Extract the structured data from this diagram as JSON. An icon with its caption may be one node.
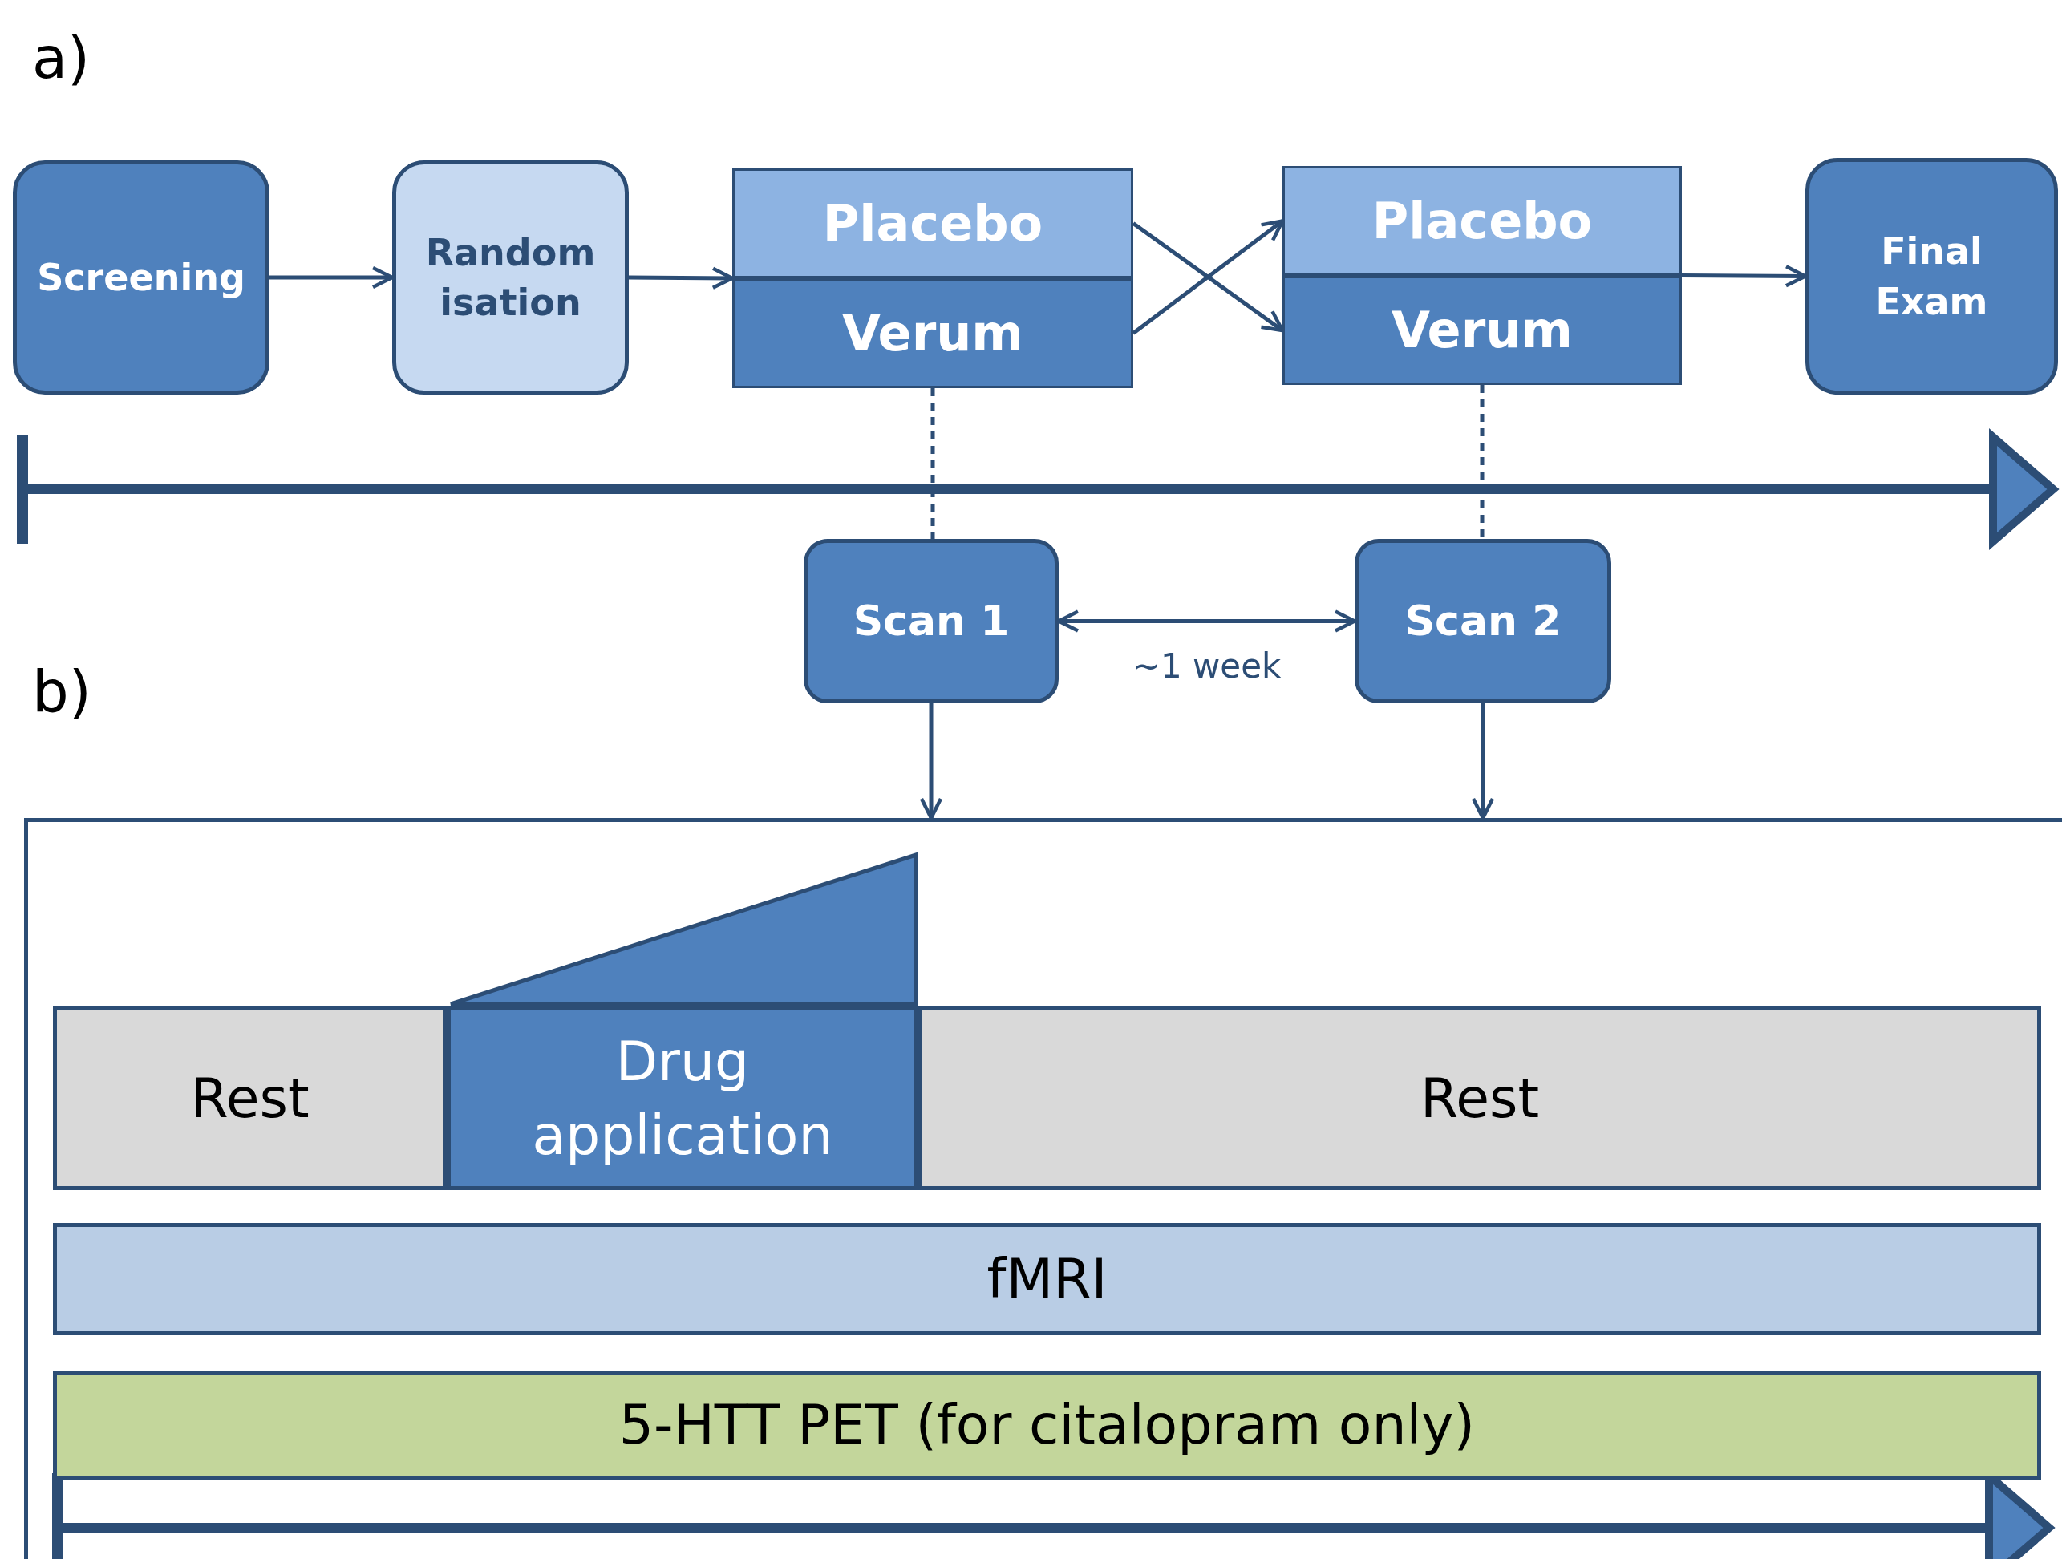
{
  "diagram": {
    "nodes": [
      {
        "text": [
          "Screening"
        ]
      },
      {
        "text": [
          "Random isation"
        ]
      },
      {
        "text": [],
        "shape": "box"
      },
      {
        "text": [
          "Placebo"
        ],
        "in": 2
      },
      {
        "text": [
          "Verum"
        ],
        "in": 2
      },
      {
        "text": [],
        "shape": "box"
      },
      {
        "text": [
          "Placebo"
        ],
        "in": 5
      },
      {
        "text": [
          "Verum"
        ],
        "in": 5
      },
      {
        "text": [
          "Final Exam"
        ]
      },
      {
        "text": [
          "Scan 1"
        ]
      },
      {
        "text": [
          "Scan 2"
        ]
      },
      {
        "text": [],
        "shape": "box"
      },
      {
        "text": [],
        "shape": "triangle",
        "in": 11
      },
      {
        "text": [
          "Rest"
        ],
        "in": 11
      },
      {
        "text": [
          "Drug application"
        ],
        "in": 11
      },
      {
        "text": [
          "Rest"
        ],
        "in": 11
      },
      {
        "text": [
          "fMRI"
        ],
        "in": 11
      },
      {
        "text": [
          "5-HTT PET (for citalopram only)"
        ],
        "in": 11
      }
    ],
    "edges": [
      {
        "from": 0,
        "to": 1,
        "arrow": "to"
      },
      {
        "from": 1,
        "to": 2,
        "arrow": "to"
      },
      {
        "from": 3,
        "to": 7,
        "arrow": "to"
      },
      {
        "from": 4,
        "to": 6,
        "arrow": "to"
      },
      {
        "from": 5,
        "to": 8,
        "arrow": "to"
      },
      {
        "from": 2,
        "to": 9,
        "arrow": "none",
        "style": "dashed"
      },
      {
        "from": 5,
        "to": 10,
        "arrow": "none",
        "style": "dashed"
      },
      {
        "from": 9,
        "to": 10,
        "arrow": "both",
        "label": "~1 week"
      },
      {
        "from": 9,
        "to": 11,
        "arrow": "to"
      },
      {
        "from": 10,
        "to": 11,
        "arrow": "to"
      }
    ],
    "labels": [
      "a)",
      "b)"
    ]
  }
}
